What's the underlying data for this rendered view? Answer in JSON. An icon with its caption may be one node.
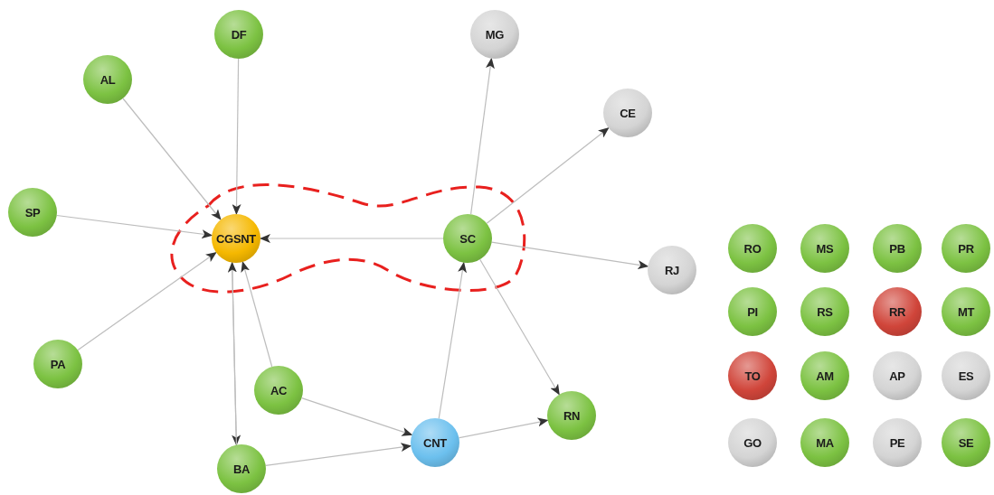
{
  "diagram": {
    "nodes": [
      {
        "text": [
          "DF"
        ]
      },
      {
        "text": [
          "AL"
        ]
      },
      {
        "text": [
          "MG"
        ]
      },
      {
        "text": [
          "CE"
        ]
      },
      {
        "text": [
          "SP"
        ]
      },
      {
        "text": [
          "CGSNT"
        ]
      },
      {
        "text": [
          "SC"
        ]
      },
      {
        "text": [
          "RJ"
        ]
      },
      {
        "text": [
          "PA"
        ]
      },
      {
        "text": [
          "AC"
        ]
      },
      {
        "text": [
          "RN"
        ]
      },
      {
        "text": [
          "CNT"
        ]
      },
      {
        "text": [
          "BA"
        ]
      },
      {
        "text": [
          "RO"
        ]
      },
      {
        "text": [
          "MS"
        ]
      },
      {
        "text": [
          "PB"
        ]
      },
      {
        "text": [
          "PR"
        ]
      },
      {
        "text": [
          "PI"
        ]
      },
      {
        "text": [
          "RS"
        ]
      },
      {
        "text": [
          "RR"
        ]
      },
      {
        "text": [
          "MT"
        ]
      },
      {
        "text": [
          "TO"
        ]
      },
      {
        "text": [
          "AM"
        ]
      },
      {
        "text": [
          "AP"
        ]
      },
      {
        "text": [
          "ES"
        ]
      },
      {
        "text": [
          "GO"
        ]
      },
      {
        "text": [
          "MA"
        ]
      },
      {
        "text": [
          "PE"
        ]
      },
      {
        "text": [
          "SE"
        ]
      }
    ],
    "edges": [
      {
        "from": 0,
        "to": 5,
        "arrow": "to"
      },
      {
        "from": 1,
        "to": 5,
        "arrow": "to"
      },
      {
        "from": 4,
        "to": 5,
        "arrow": "to"
      },
      {
        "from": 8,
        "to": 5,
        "arrow": "to"
      },
      {
        "from": 6,
        "to": 5,
        "arrow": "to"
      },
      {
        "from": 5,
        "to": 12,
        "arrow": "to"
      },
      {
        "from": 12,
        "to": 5,
        "arrow": "to"
      },
      {
        "from": 9,
        "to": 5,
        "arrow": "to"
      },
      {
        "from": 9,
        "to": 11,
        "arrow": "to"
      },
      {
        "from": 12,
        "to": 11,
        "arrow": "to"
      },
      {
        "from": 11,
        "to": 6,
        "arrow": "to"
      },
      {
        "from": 11,
        "to": 10,
        "arrow": "to"
      },
      {
        "from": 6,
        "to": 10,
        "arrow": "to"
      },
      {
        "from": 6,
        "to": 2,
        "arrow": "to"
      },
      {
        "from": 6,
        "to": 3,
        "arrow": "to"
      },
      {
        "from": 6,
        "to": 7,
        "arrow": "to"
      }
    ]
  }
}
